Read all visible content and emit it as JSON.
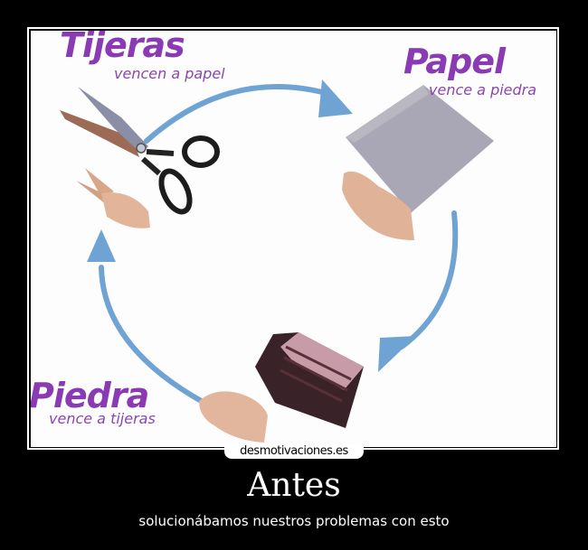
{
  "poster": {
    "title": "Antes",
    "caption": "solucionábamos nuestros problemas con esto",
    "watermark": "desmotivaciones.es"
  },
  "image": {
    "labels": [
      {
        "id": "tijeras",
        "title": "Tijeras",
        "subtitle": "vencen a papel"
      },
      {
        "id": "papel",
        "title": "Papel",
        "subtitle": "vence a piedra"
      },
      {
        "id": "piedra",
        "title": "Piedra",
        "subtitle": "vence a tijeras"
      }
    ],
    "icons": [
      "scissors-icon",
      "paper-icon",
      "rock-icon",
      "hand-scissors-icon",
      "hand-paper-icon",
      "hand-rock-icon"
    ]
  },
  "colors": {
    "background": "#000000",
    "label_purple": "#8a3bb4",
    "arrow_blue": "#6fa3d3",
    "picture_bg": "#fdfdfe"
  }
}
